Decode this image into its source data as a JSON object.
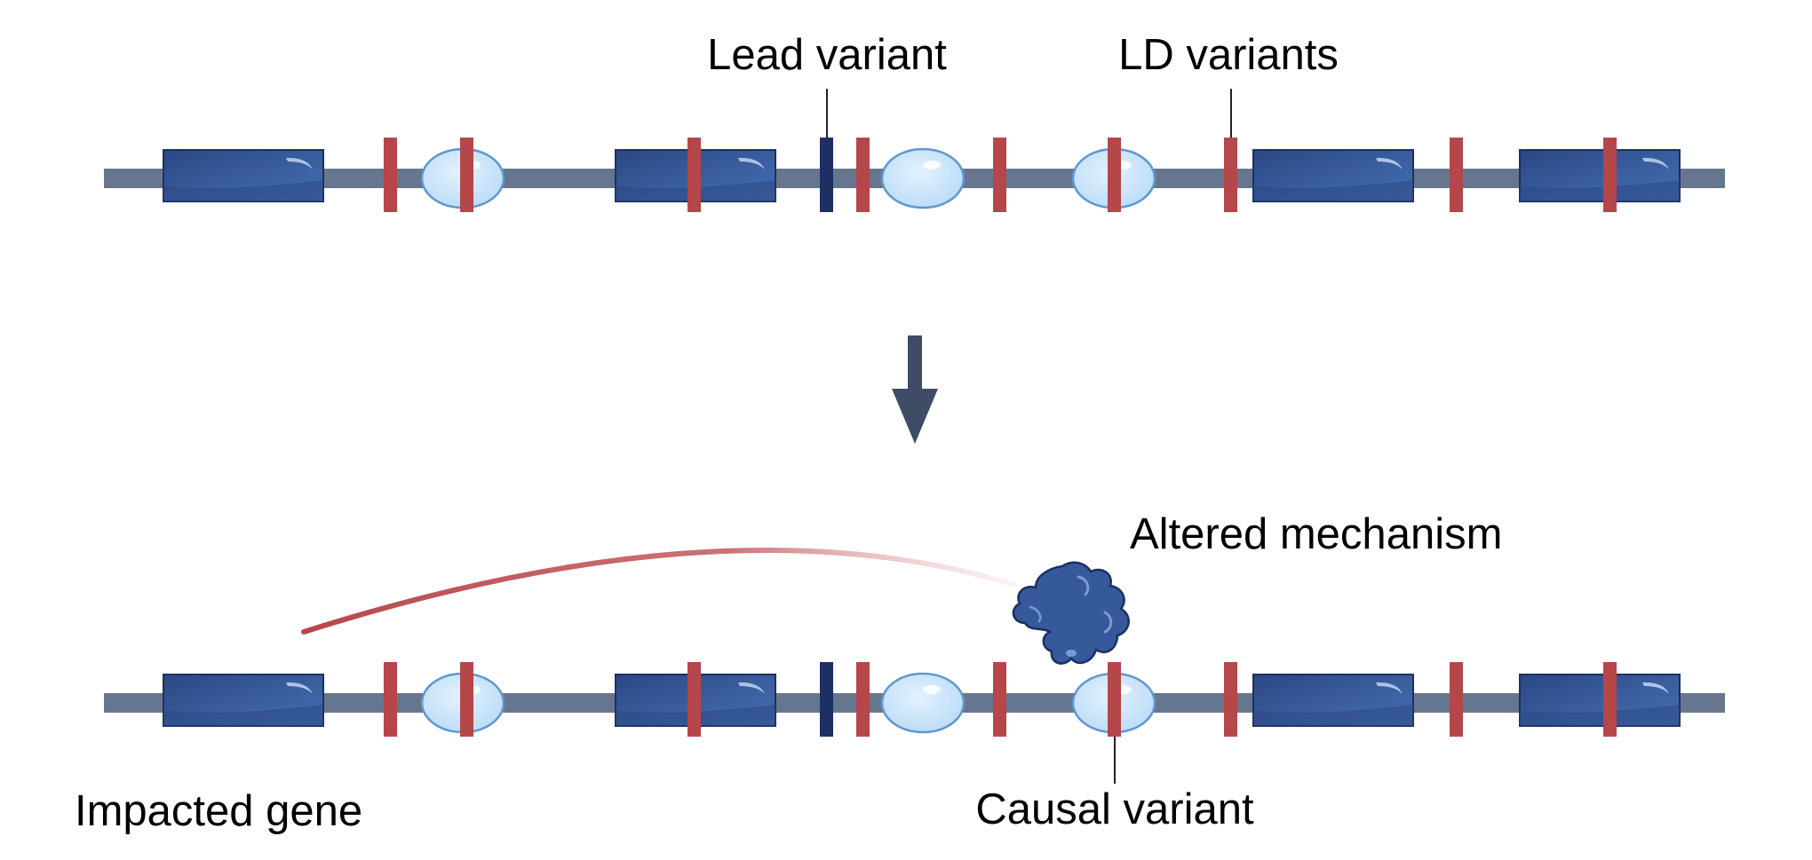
{
  "labels": {
    "lead_variant": "Lead variant",
    "ld_variants": "LD variants",
    "altered_mechanism": "Altered mechanism",
    "impacted_gene": "Impacted gene",
    "causal_variant": "Causal variant"
  },
  "colors": {
    "chromosome": "#67768f",
    "gene_dark": "#2b4784",
    "gene_light": "#3f66a6",
    "gene_stroke": "#1c3060",
    "enhancer_fill": "#cfe6fb",
    "enhancer_stroke": "#5f97cf",
    "ld_variant": "#b5464a",
    "lead_variant": "#1d2f63",
    "arrow": "#3e4c66",
    "protein": "#36599b",
    "interaction_arc": "#b8464a",
    "callout_line": "#222222"
  },
  "icons": {
    "protein": "protein-blob-icon",
    "transition_arrow": "arrow-down-icon"
  }
}
